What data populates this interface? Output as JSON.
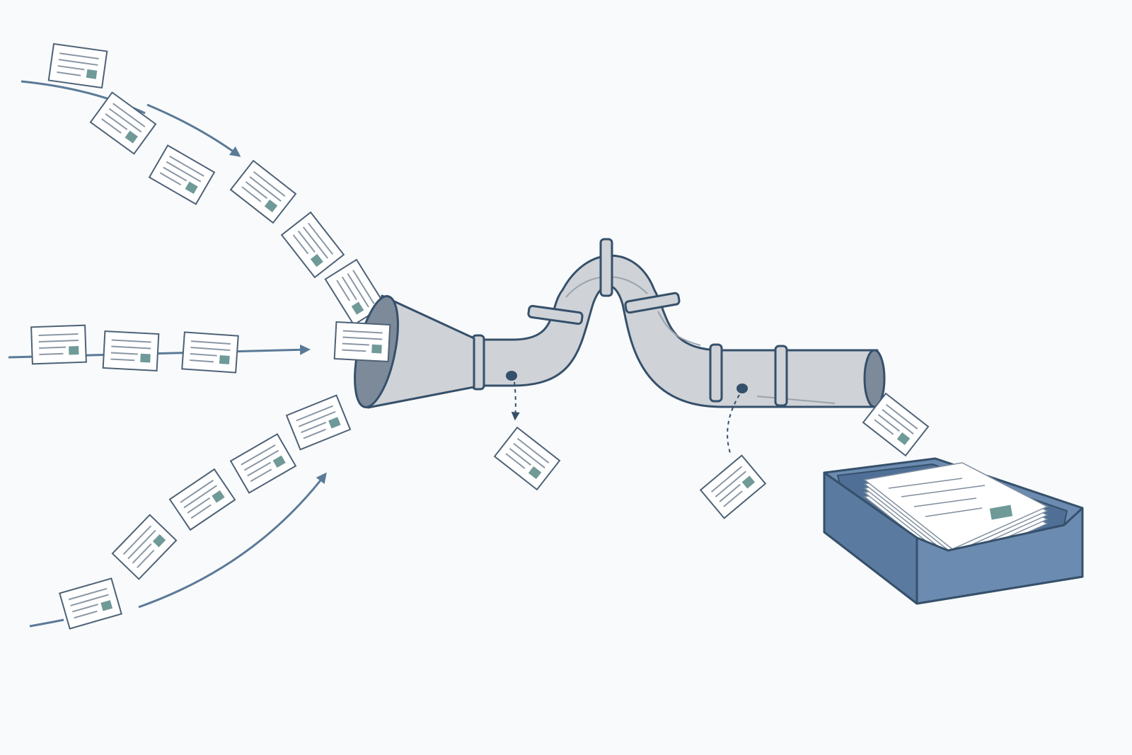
{
  "colors": {
    "background": "#f9fafb",
    "arrow": "#5b7a98",
    "pipe_fill": "#cfd2d6",
    "pipe_stroke": "#35506b",
    "pipe_inner": "#7d8a99",
    "paper_fill": "#ffffff",
    "paper_stroke": "#4e6277",
    "paper_line": "#8a97a5",
    "paper_block": "#6f9a98",
    "tray_front": "#6c8bb0",
    "tray_side": "#4f6f96",
    "tray_inner": "#5b7aa0",
    "tray_stroke": "#35506b"
  },
  "icons": {
    "document": "document-icon",
    "arrow": "arrow-icon",
    "funnel": "funnel-icon",
    "pipe": "pipe-icon",
    "leak": "leak-hole-icon",
    "tray": "inbox-tray-icon"
  },
  "diagram": {
    "input_streams": 3,
    "leak_points": 2,
    "output": "tray"
  }
}
